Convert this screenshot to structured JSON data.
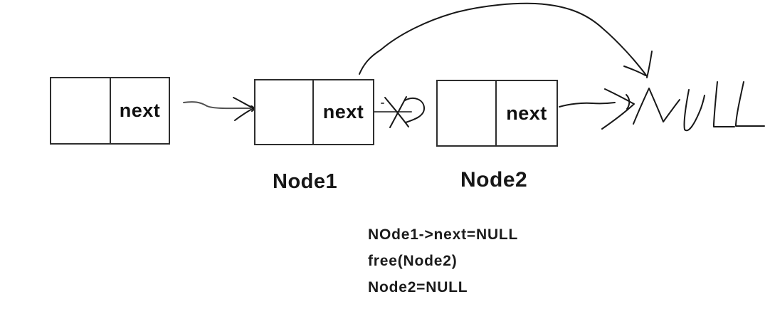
{
  "colors": {
    "background": "#ffffff",
    "ink": "#181818",
    "box_border": "#2e2e2e"
  },
  "nodes": [
    {
      "name": "head",
      "label": "",
      "next_label": "next"
    },
    {
      "name": "node1",
      "label": "Node1",
      "next_label": "next"
    },
    {
      "name": "node2",
      "label": "Node2",
      "next_label": "next"
    }
  ],
  "null_label": "NULL",
  "arrows": [
    {
      "name": "head-to-node1",
      "crossed": false
    },
    {
      "name": "node1-to-node2",
      "crossed": true
    },
    {
      "name": "node1-next-to-null-curve",
      "crossed": false
    },
    {
      "name": "node2-to-null",
      "crossed": false
    }
  ],
  "code": {
    "lines": [
      "NOde1->next=NULL",
      "free(Node2)",
      "Node2=NULL"
    ]
  }
}
